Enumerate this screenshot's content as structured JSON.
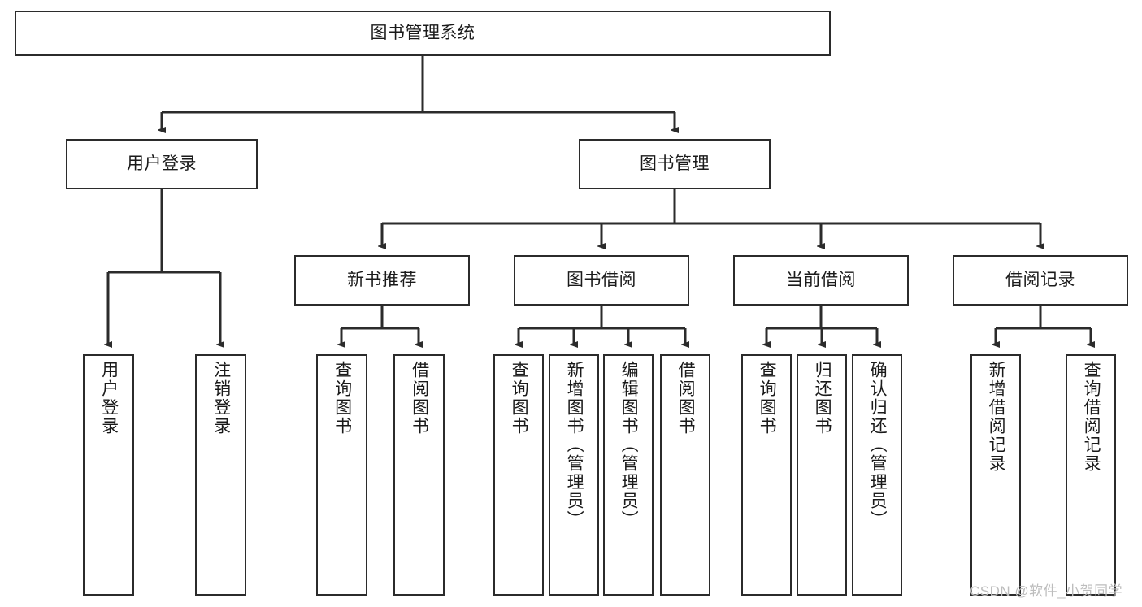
{
  "diagram": {
    "title": "图书管理系统",
    "watermark": "CSDN @软件_小贺同学",
    "nodes": {
      "root": {
        "label": "图书管理系统"
      },
      "level2": [
        {
          "id": "user-login",
          "label": "用户登录"
        },
        {
          "id": "book-management",
          "label": "图书管理"
        }
      ],
      "level3": [
        {
          "id": "new-book-recommend",
          "label": "新书推荐"
        },
        {
          "id": "book-borrow",
          "label": "图书借阅"
        },
        {
          "id": "current-borrow",
          "label": "当前借阅"
        },
        {
          "id": "borrow-record",
          "label": "借阅记录"
        }
      ],
      "leaves": [
        {
          "id": "leaf-user-login",
          "label": "用户登录",
          "parent": "user-login"
        },
        {
          "id": "leaf-logout",
          "label": "注销登录",
          "parent": "user-login"
        },
        {
          "id": "leaf-query-book-1",
          "label": "查询图书",
          "parent": "new-book-recommend"
        },
        {
          "id": "leaf-borrow-book-1",
          "label": "借阅图书",
          "parent": "new-book-recommend"
        },
        {
          "id": "leaf-query-book-2",
          "label": "查询图书",
          "parent": "book-borrow"
        },
        {
          "id": "leaf-add-book",
          "label": "新增图书（管理员）",
          "parent": "book-borrow"
        },
        {
          "id": "leaf-edit-book",
          "label": "编辑图书（管理员）",
          "parent": "book-borrow"
        },
        {
          "id": "leaf-borrow-book-2",
          "label": "借阅图书",
          "parent": "book-borrow"
        },
        {
          "id": "leaf-query-book-3",
          "label": "查询图书",
          "parent": "current-borrow"
        },
        {
          "id": "leaf-return-book",
          "label": "归还图书",
          "parent": "current-borrow"
        },
        {
          "id": "leaf-confirm-return",
          "label": "确认归还（管理员）",
          "parent": "current-borrow"
        },
        {
          "id": "leaf-add-record",
          "label": "新增借阅记录",
          "parent": "borrow-record"
        },
        {
          "id": "leaf-query-record",
          "label": "查询借阅记录",
          "parent": "borrow-record"
        }
      ]
    },
    "colors": {
      "stroke": "#2b2b2b",
      "background": "#ffffff",
      "text": "#1a1a1a",
      "watermark": "#bdbdbd"
    }
  }
}
